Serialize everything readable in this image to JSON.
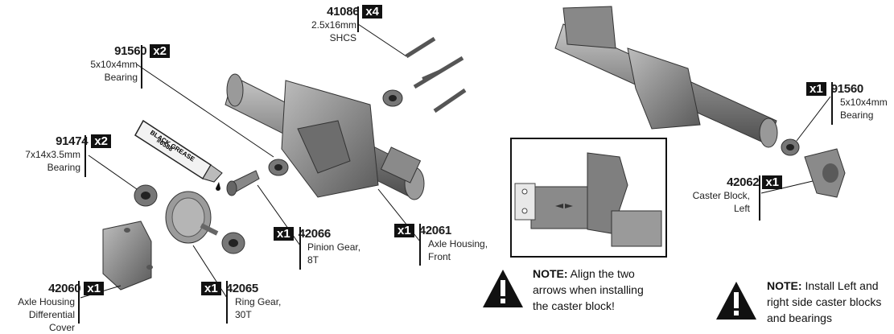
{
  "callouts": {
    "c41086": {
      "part": "41086",
      "qty": "x4",
      "desc1": "2.5x16mm",
      "desc2": "SHCS"
    },
    "c91560a": {
      "part": "91560",
      "qty": "x2",
      "desc1": "5x10x4mm",
      "desc2": "Bearing"
    },
    "c91474": {
      "part": "91474",
      "qty": "x2",
      "desc1": "7x14x3.5mm",
      "desc2": "Bearing"
    },
    "c42066": {
      "part": "42066",
      "qty": "x1",
      "desc1": "Pinion Gear,",
      "desc2": "8T"
    },
    "c42061": {
      "part": "42061",
      "qty": "x1",
      "desc1": "Axle Housing,",
      "desc2": "Front"
    },
    "c42060": {
      "part": "42060",
      "qty": "x1",
      "desc1": "Axle Housing",
      "desc2": "Differential Cover"
    },
    "c42065": {
      "part": "42065",
      "qty": "x1",
      "desc1": "Ring Gear,",
      "desc2": "30T"
    },
    "c91560b": {
      "part": "91560",
      "qty": "x1",
      "desc1": "5x10x4mm",
      "desc2": "Bearing"
    },
    "c42062": {
      "part": "42062",
      "qty": "x1",
      "desc1": "Caster Block,",
      "desc2": "Left"
    }
  },
  "grease_label1": "BLACK GREASE",
  "grease_label2": "#6588",
  "notes": {
    "note1": {
      "heading": "NOTE:",
      "text": " Align the two",
      "line2": "arrows when installing",
      "line3": "the caster block!"
    },
    "note2": {
      "heading": "NOTE:",
      "text": " Install Left and",
      "line2": "right side caster blocks",
      "line3": "and bearings"
    }
  },
  "colors": {
    "part_gray": "#8a8a8a",
    "dark": "#3a3a3a",
    "ink": "#111111"
  }
}
